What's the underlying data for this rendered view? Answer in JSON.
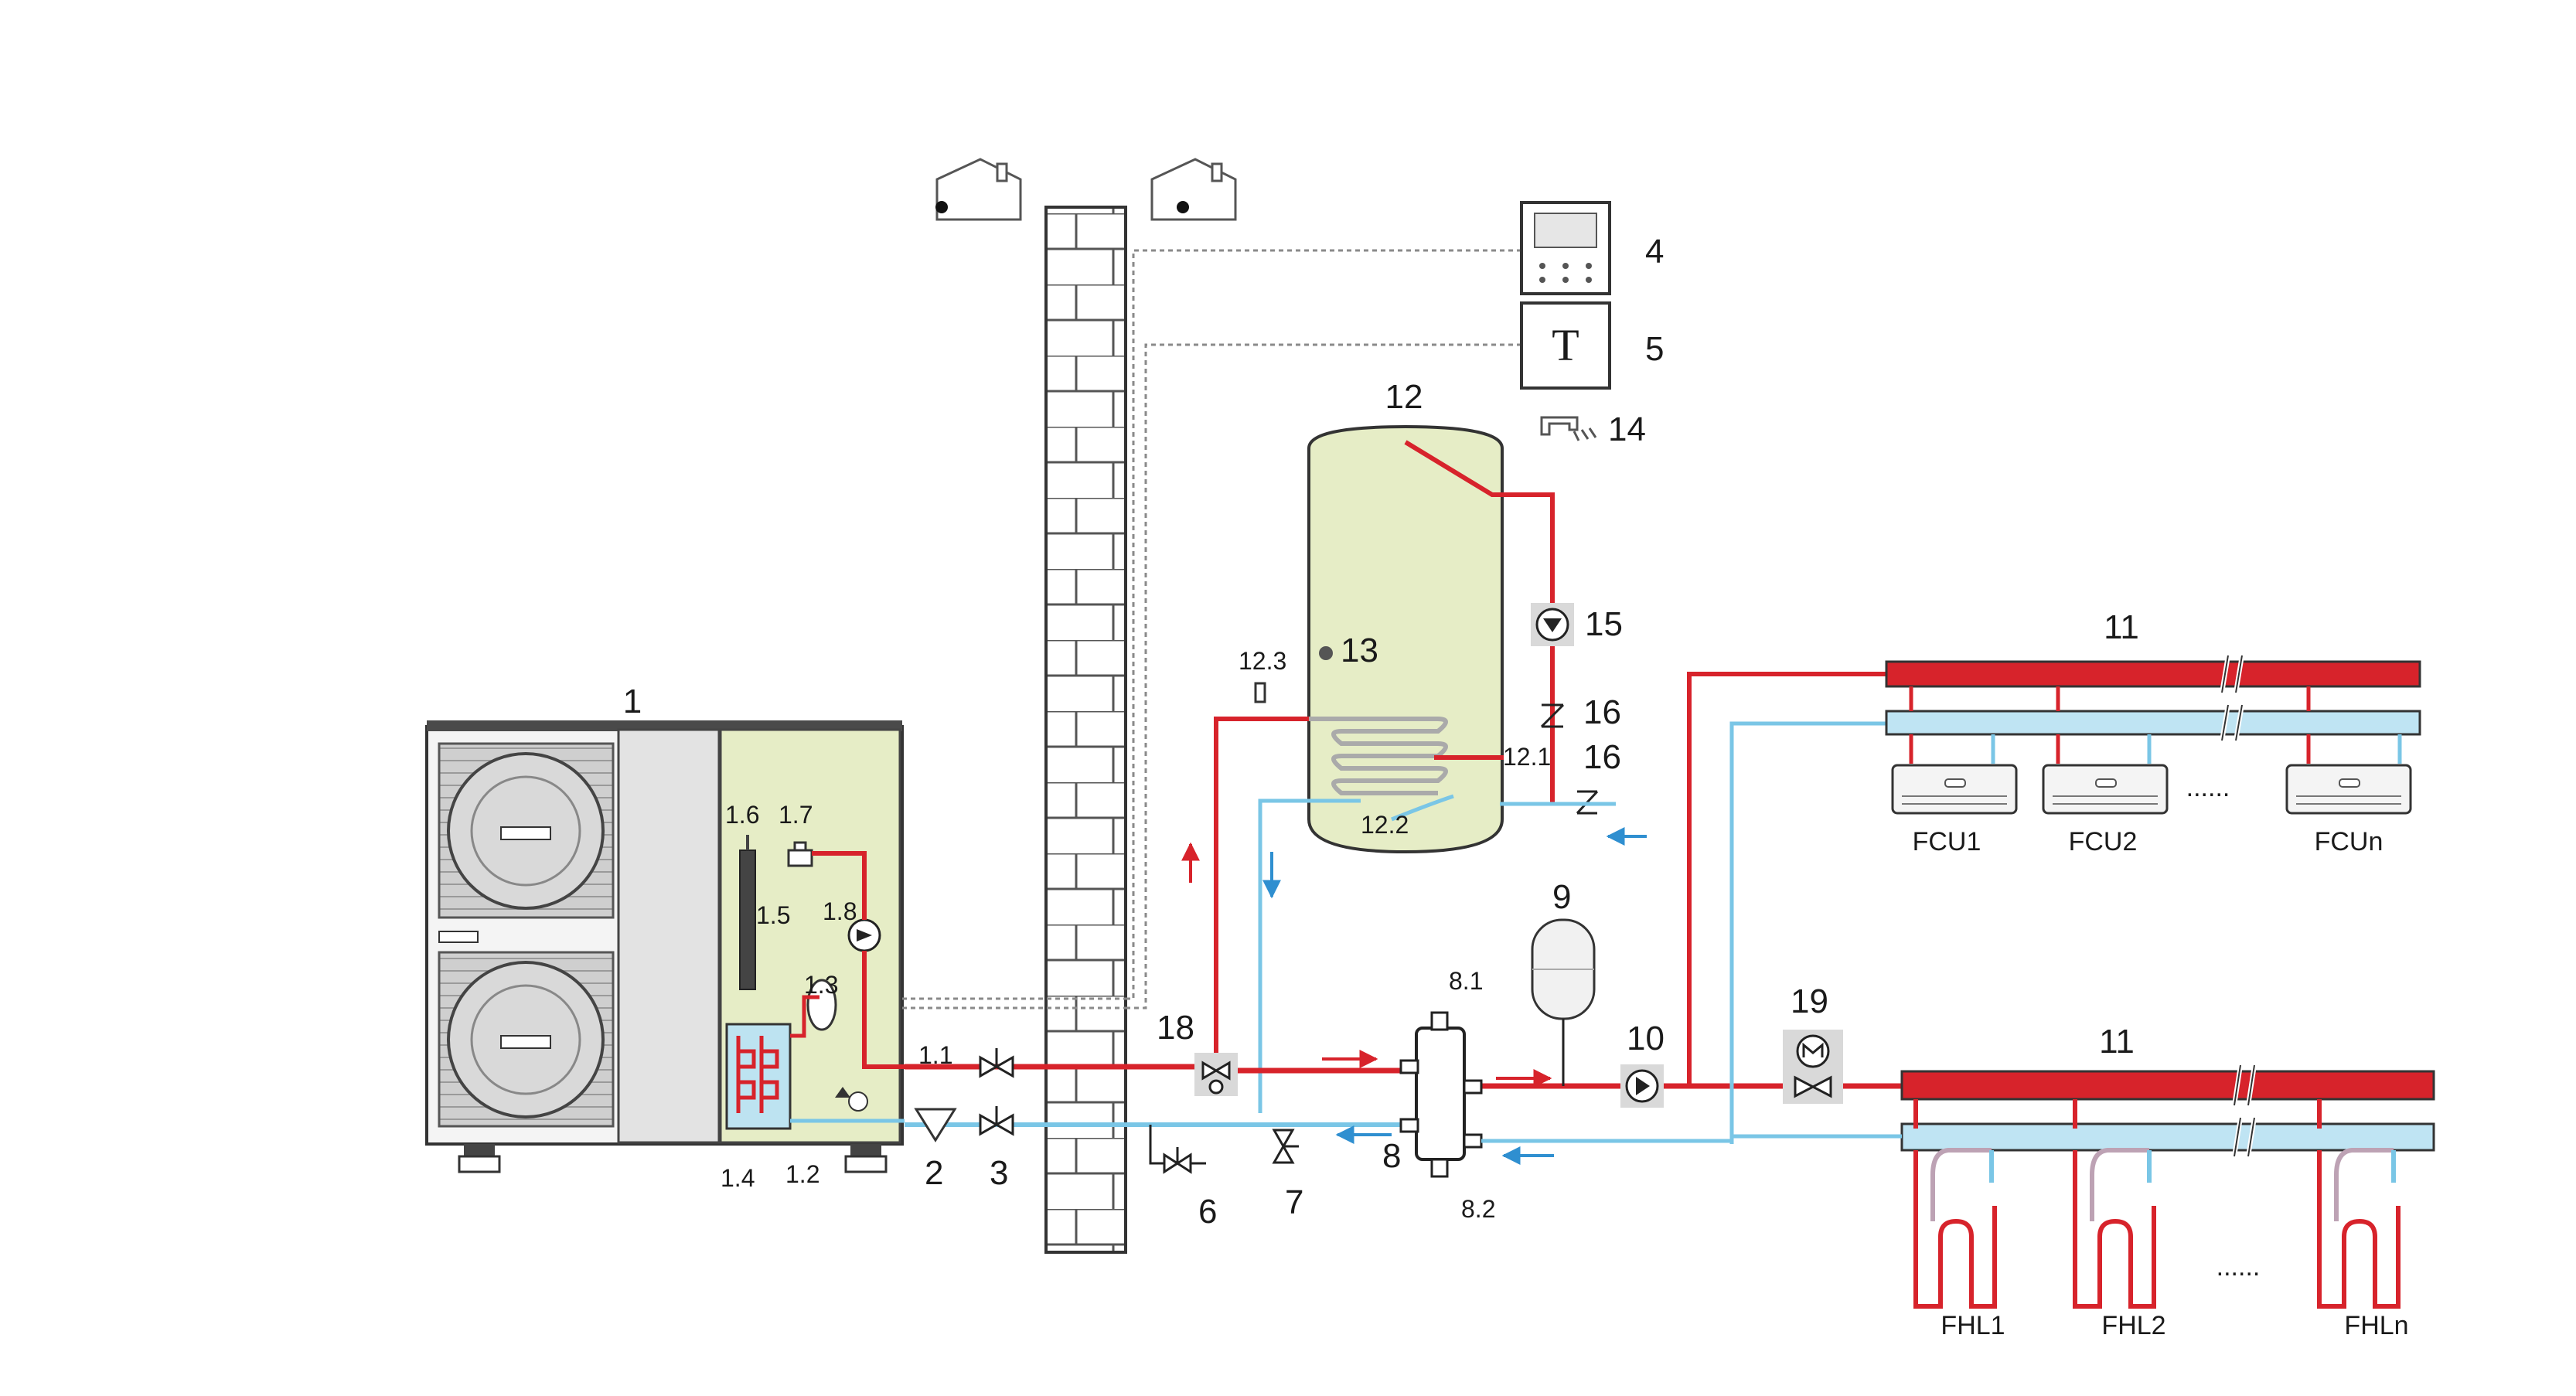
{
  "colors": {
    "hot": "#d7232b",
    "cold": "#7ac6e6",
    "panel": "#e6edc6",
    "wall_fill": "#ffffff",
    "dash": "#8a8a8a",
    "unit_grey": "#d9d9d9"
  },
  "labels": {
    "unit": "1",
    "p1_1": "1.1",
    "p1_2": "1.2",
    "p1_3": "1.3",
    "p1_4": "1.4",
    "p1_5": "1.5",
    "p1_6": "1.6",
    "p1_7": "1.7",
    "p1_8": "1.8",
    "n2": "2",
    "n3": "3",
    "n4": "4",
    "n5": "5",
    "n6": "6",
    "n7": "7",
    "n8": "8",
    "p8_1": "8.1",
    "p8_2": "8.2",
    "n9": "9",
    "n10": "10",
    "n11_top": "11",
    "n11_bottom": "11",
    "n12": "12",
    "p12_1": "12.1",
    "p12_2": "12.2",
    "p12_3": "12.3",
    "n13": "13",
    "n14": "14",
    "n15": "15",
    "n16_a": "16",
    "n16_b": "16",
    "n18": "18",
    "n19": "19",
    "thermostat_letter": "T",
    "fcu": [
      "FCU1",
      "FCU2",
      "FCUn"
    ],
    "fcu_ellipsis": "......",
    "fhl": [
      "FHL1",
      "FHL2",
      "FHLn"
    ],
    "fhl_ellipsis": "......"
  },
  "icons": [
    "outdoor-sensor-house-icon",
    "indoor-sensor-house-icon",
    "controller-icon",
    "thermostat-icon",
    "shower-tap-icon",
    "pump-icon",
    "valve-icon",
    "check-valve-icon",
    "three-way-valve-icon",
    "motorized-valve-icon",
    "expansion-tank-icon",
    "hydraulic-separator-icon",
    "fan-coil-icon",
    "floor-heating-loop-icon"
  ]
}
